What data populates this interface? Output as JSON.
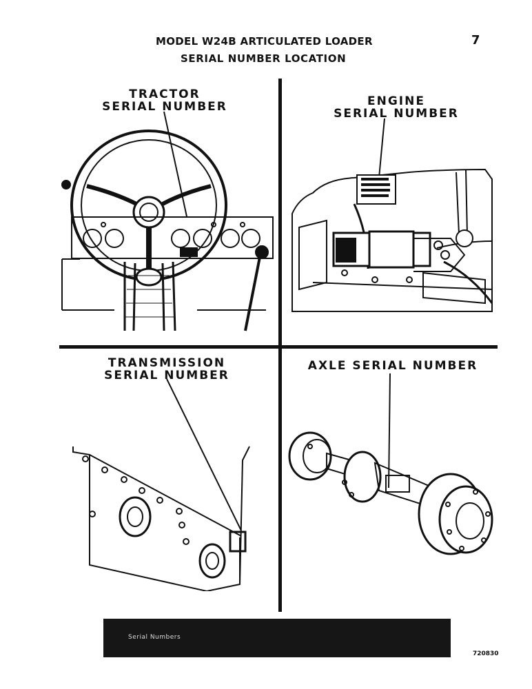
{
  "header": {
    "title": "MODEL W24B ARTICULATED LOADER",
    "page_number": "7",
    "subtitle": "SERIAL NUMBER LOCATION"
  },
  "panels": {
    "tractor": {
      "line1": "TRACTOR",
      "line2": "SERIAL NUMBER"
    },
    "engine": {
      "line1": "ENGINE",
      "line2": "SERIAL NUMBER"
    },
    "transmission": {
      "line1": "TRANSMISSION",
      "line2": "SERIAL NUMBER"
    },
    "axle": {
      "line1": "AXLE SERIAL NUMBER"
    }
  },
  "banner": {
    "title": "Serial Numbers",
    "note": ""
  },
  "figure_number": "720830",
  "colors": {
    "ink": "#111111",
    "banner": "#161616"
  }
}
